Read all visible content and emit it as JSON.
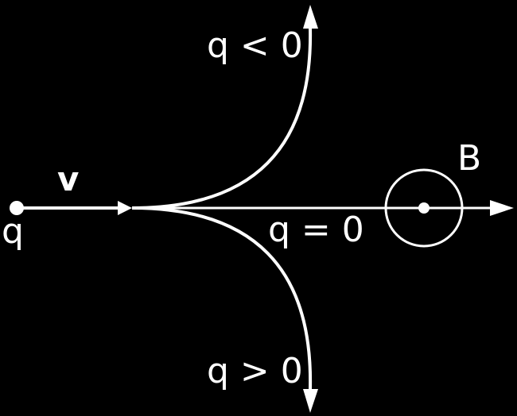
{
  "labels": {
    "charge": "q",
    "velocity": "v",
    "field": "B",
    "negative": "q < 0",
    "neutral": "q = 0",
    "positive": "q > 0"
  },
  "colors": {
    "background": "#000000",
    "foreground": "#ffffff"
  },
  "icons": {
    "field": "field-out-of-page-icon"
  }
}
